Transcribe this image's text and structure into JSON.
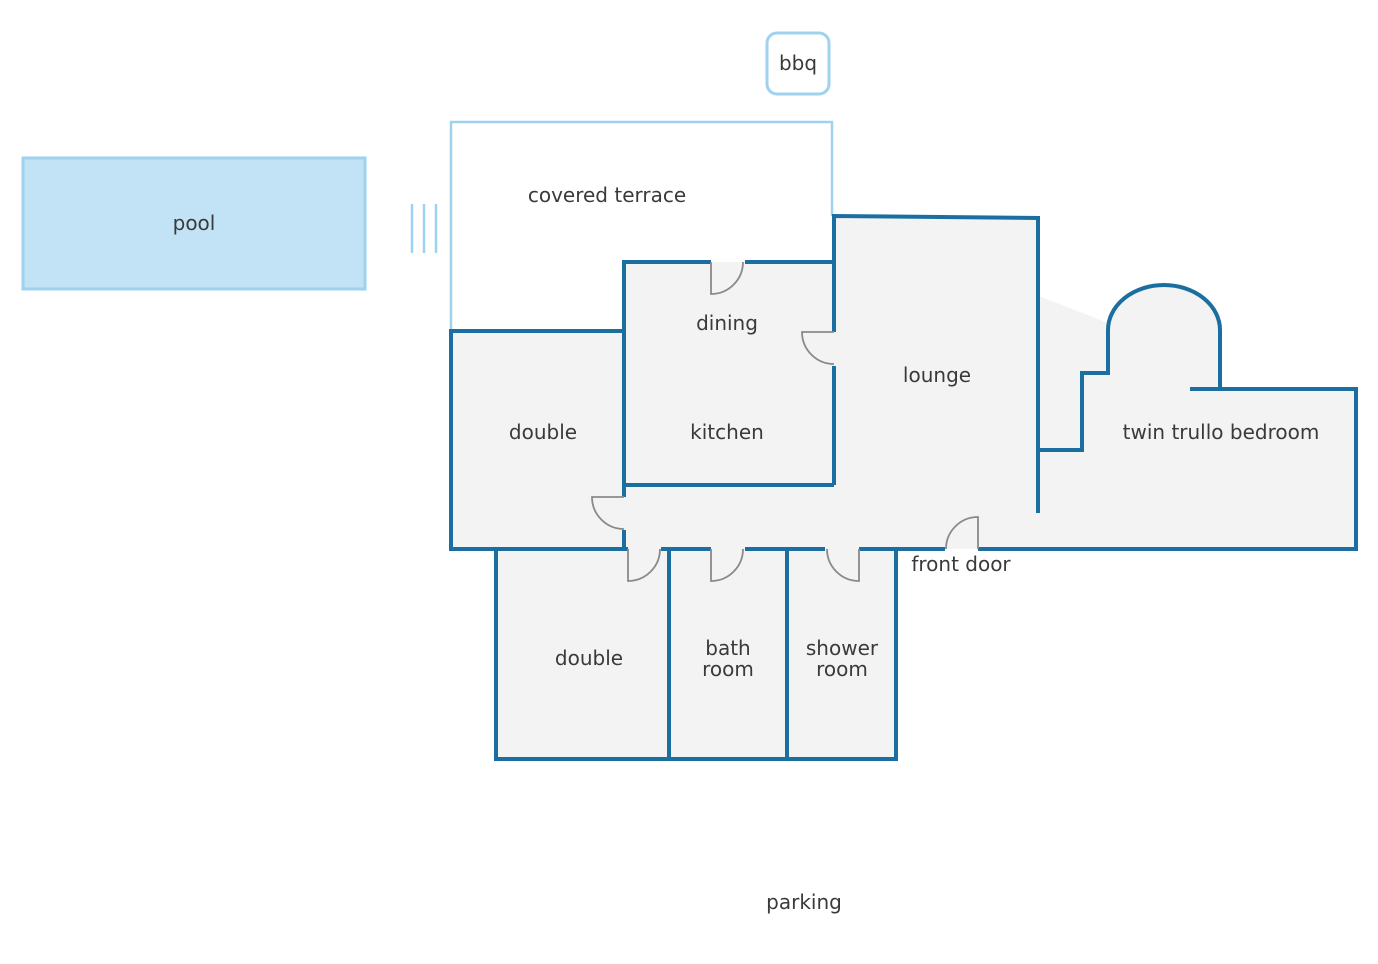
{
  "labels": {
    "bbq": "bbq",
    "covered_terrace": "covered terrace",
    "pool": "pool",
    "dining": "dining",
    "kitchen": "kitchen",
    "lounge": "lounge",
    "double_1": "double",
    "twin_trullo_bedroom": "twin trullo bedroom",
    "front_door": "front door",
    "double_2": "double",
    "bath_line1": "bath",
    "bath_line2": "room",
    "shower_line1": "shower",
    "shower_line2": "room",
    "parking": "parking"
  },
  "colors": {
    "wall": "#1a6fa0",
    "pool_fill": "#c2e3f6",
    "pool_stroke": "#9fd2ee",
    "floor": "#f3f3f3",
    "door": "#8a8a8a",
    "text": "#3a3a3a"
  }
}
